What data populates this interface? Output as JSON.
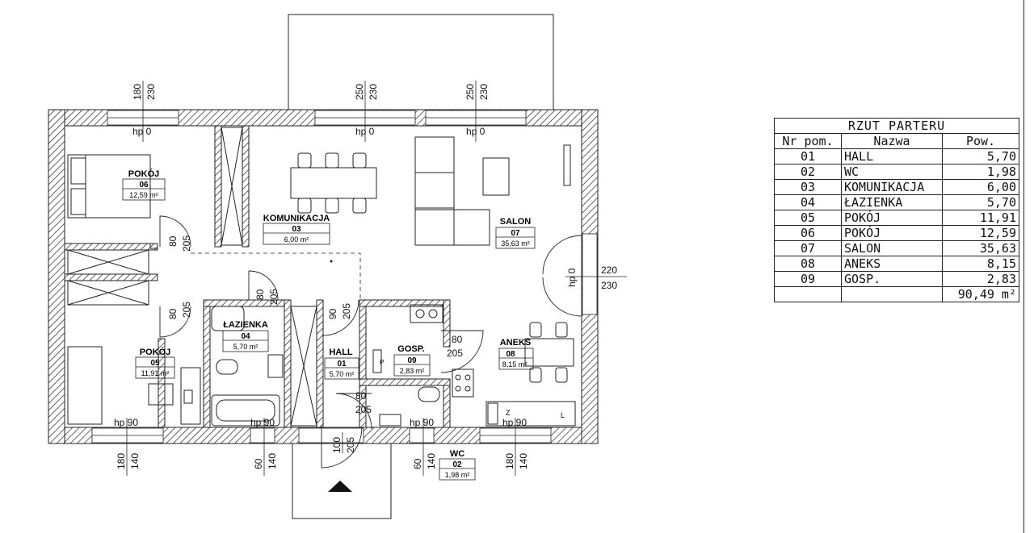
{
  "rooms": [
    {
      "name": "POKÓJ",
      "number": "06",
      "area": "12,59 m²"
    },
    {
      "name": "KOMUNIKACJA",
      "number": "03",
      "area": "6,00 m²"
    },
    {
      "name": "SALON",
      "number": "07",
      "area": "35,63 m²"
    },
    {
      "name": "ŁAZIENKA",
      "number": "04",
      "area": "5,70 m²"
    },
    {
      "name": "HALL",
      "number": "01",
      "area": "5,70 m²"
    },
    {
      "name": "GOSP.",
      "number": "09",
      "area": "2,83 m²"
    },
    {
      "name": "ANEKS",
      "number": "08",
      "area": "8,15 m²"
    },
    {
      "name": "POKÓJ",
      "number": "05",
      "area": "11,91 m²"
    },
    {
      "name": "WC",
      "number": "02",
      "area": "1,98 m²"
    }
  ],
  "dims": {
    "top": [
      {
        "a": "180",
        "b": "230"
      },
      {
        "a": "250",
        "b": "230"
      },
      {
        "a": "250",
        "b": "230"
      }
    ],
    "bottom": [
      {
        "a": "180",
        "b": "140"
      },
      {
        "a": "60",
        "b": "140"
      },
      {
        "a": "100",
        "b": "205"
      },
      {
        "a": "60",
        "b": "140"
      },
      {
        "a": "180",
        "b": "140"
      }
    ],
    "right": {
      "a": "220",
      "b": "230"
    },
    "doors": {
      "d1": {
        "a": "80",
        "b": "205"
      },
      "d2": {
        "a": "80",
        "b": "205"
      },
      "d3": {
        "a": "80",
        "b": "205"
      },
      "d4": {
        "a": "90",
        "b": "205"
      },
      "d5": {
        "a": "80",
        "b": "205"
      },
      "d6": {
        "a": "80",
        "b": "205"
      }
    },
    "hp": {
      "top1": "hp 0",
      "top2": "hp 0",
      "top3": "hp 0",
      "right": "hp 0",
      "bot1": "hp 90",
      "bot2": "hp 90",
      "bot3": "hp 90",
      "bot4": "hp 90"
    }
  },
  "fixtures": {
    "cooktop_z": "Z",
    "cooktop_l": "L",
    "gosp_p": "P"
  },
  "table": {
    "title": "RZUT PARTERU",
    "headers": [
      "Nr pom.",
      "Nazwa",
      "Pow."
    ],
    "rows": [
      [
        "01",
        "HALL",
        "5,70"
      ],
      [
        "02",
        "WC",
        "1,98"
      ],
      [
        "03",
        "KOMUNIKACJA",
        "6,00"
      ],
      [
        "04",
        "ŁAZIENKA",
        "5,70"
      ],
      [
        "05",
        "POKÓJ",
        "11,91"
      ],
      [
        "06",
        "POKÓJ",
        "12,59"
      ],
      [
        "07",
        "SALON",
        "35,63"
      ],
      [
        "08",
        "ANEKS",
        "8,15"
      ],
      [
        "09",
        "GOSP.",
        "2,83"
      ]
    ],
    "total": "90,49 m²"
  }
}
